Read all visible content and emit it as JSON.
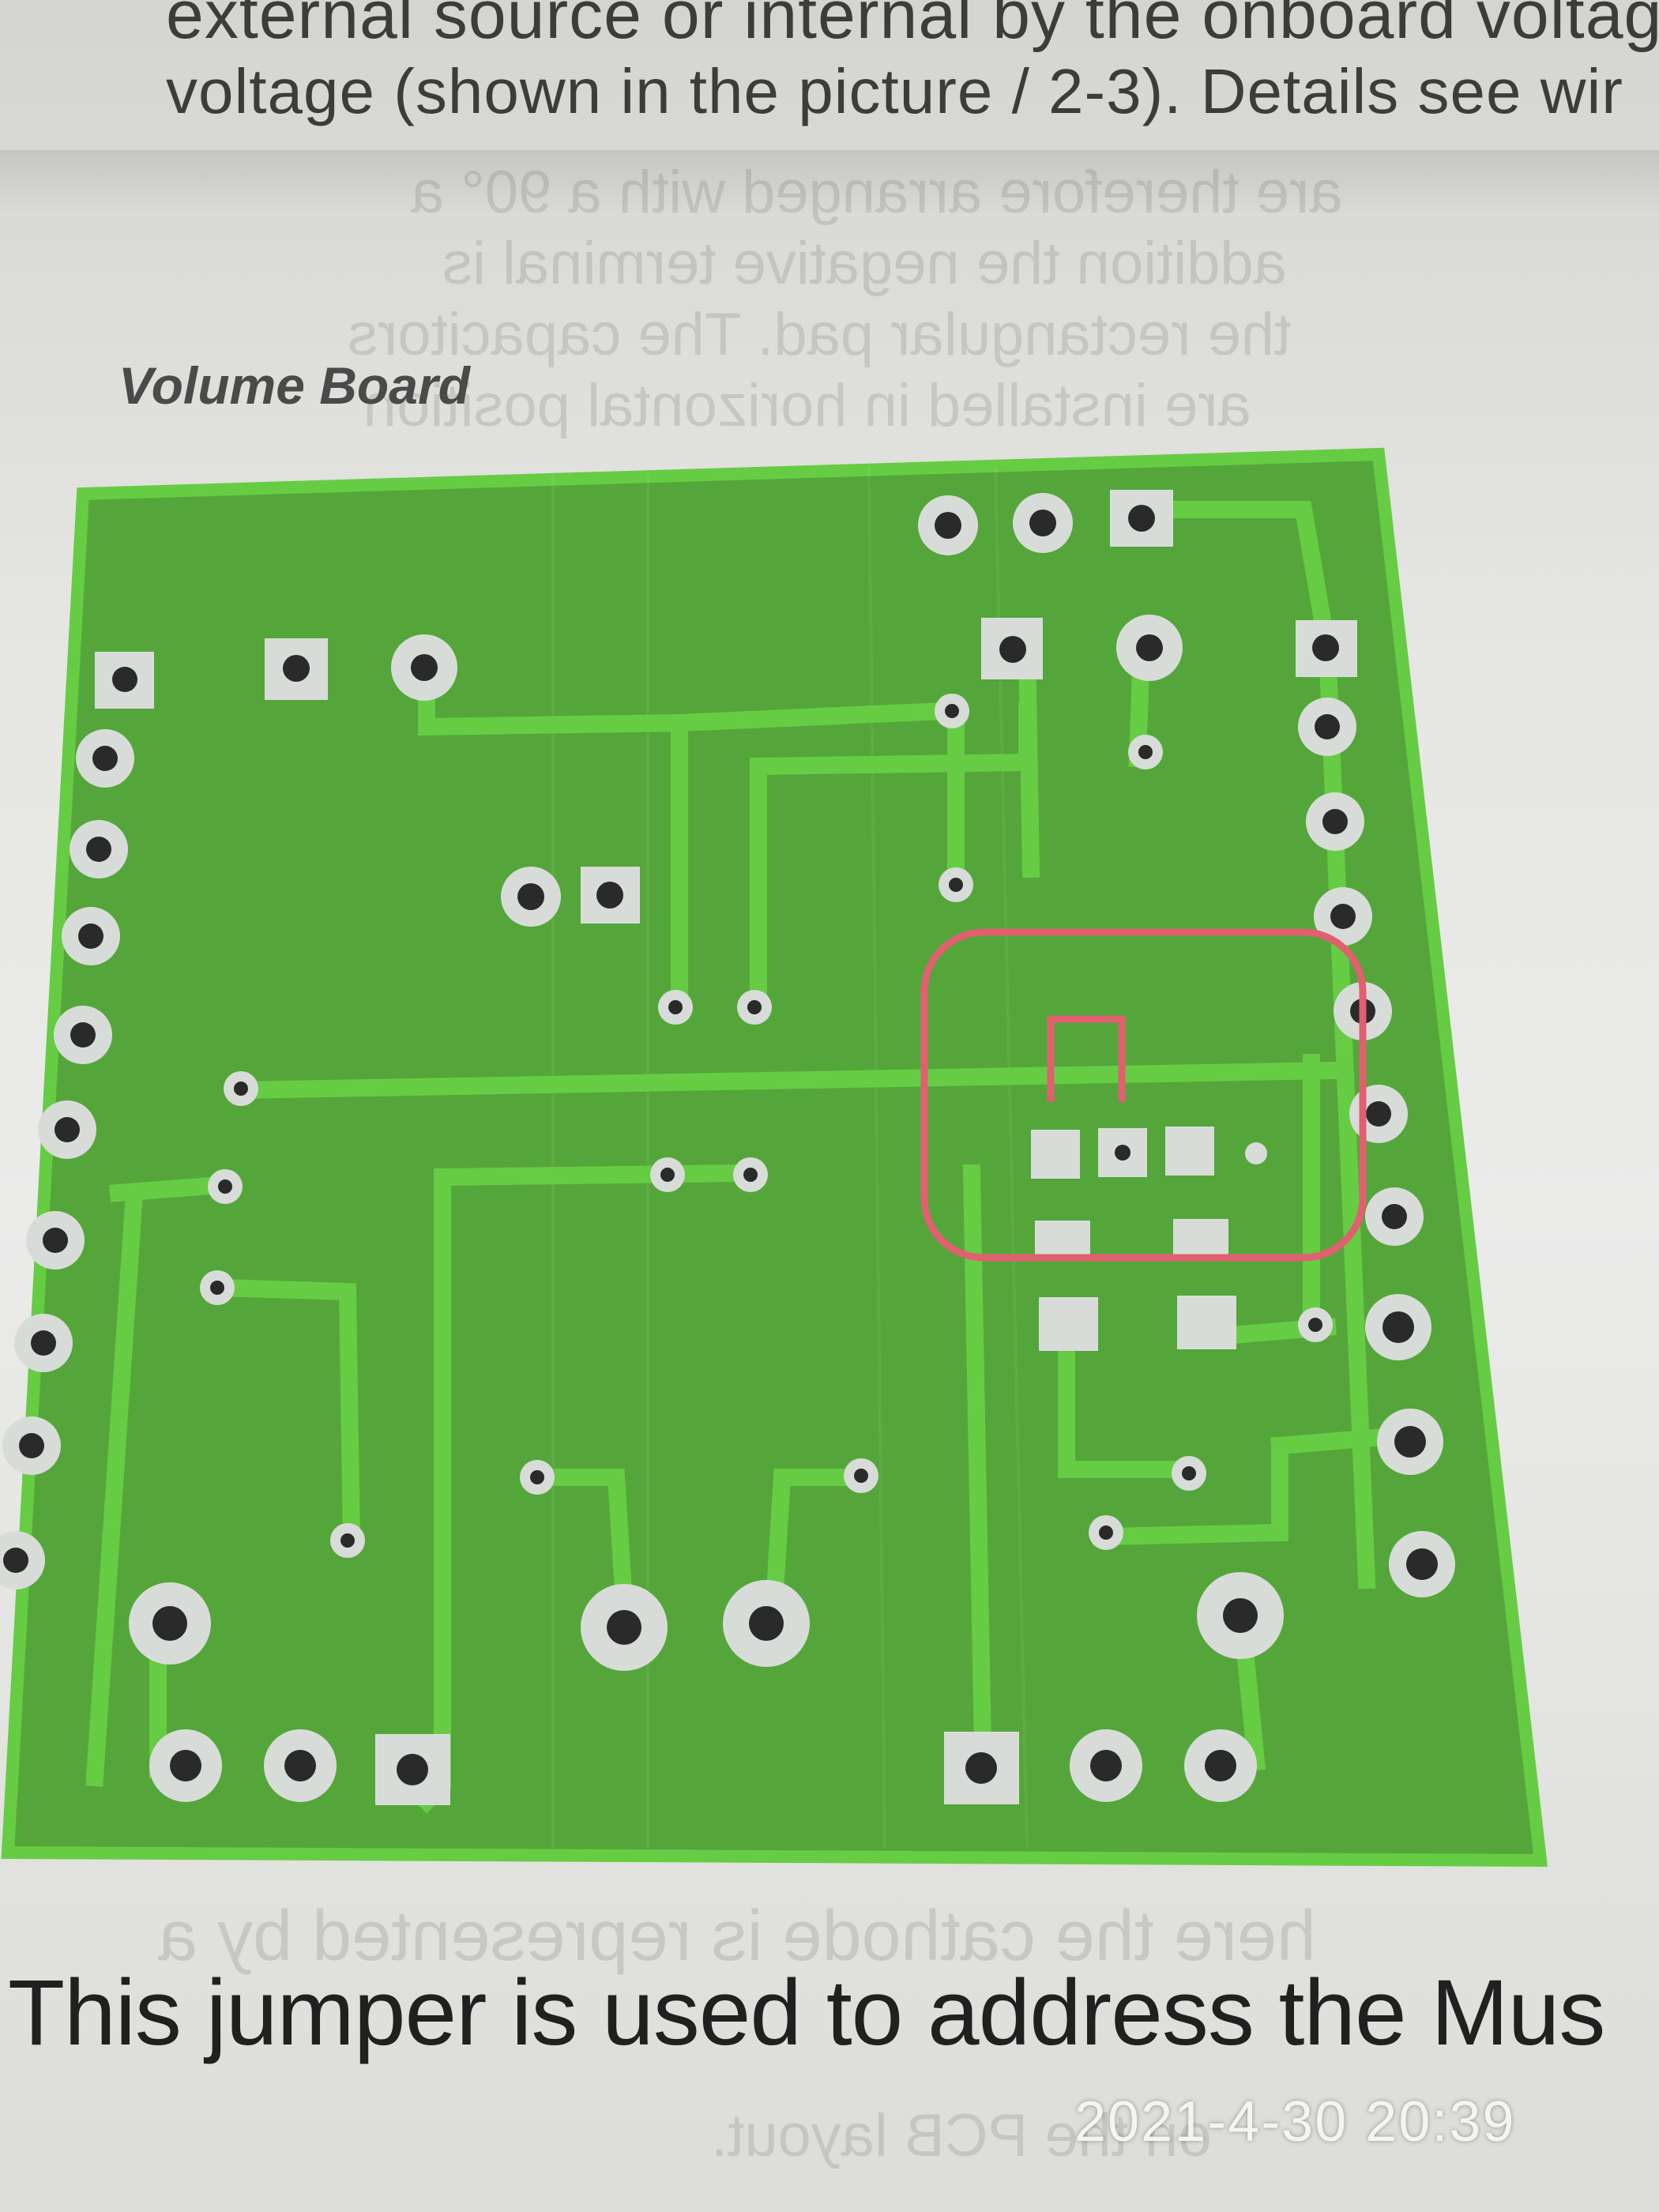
{
  "text": {
    "top_line_1": "external source or internal by the onboard voltage",
    "top_line_2": "voltage (shown in the picture / 2-3). Details see wir",
    "caption": "Volume Board",
    "bottom": "This jumper is used to address the Mus",
    "ghost_1": "are therefore arranged with a 90° a",
    "ghost_2": "addition the negative terminal is",
    "ghost_3": "the rectangular pad. The capacitors",
    "ghost_4": "are installed in horizontal position",
    "ghost_5": "here the cathode is represented by a",
    "ghost_6": "on the PCB layout."
  },
  "timestamp": "2021-4-30 20:39",
  "colors": {
    "board_green": "#54a63a",
    "trace_green": "#66cc44",
    "pad_silver": "#d8dcd8",
    "hole_dark": "#2a2a2a",
    "highlight_red": "#e06070"
  }
}
